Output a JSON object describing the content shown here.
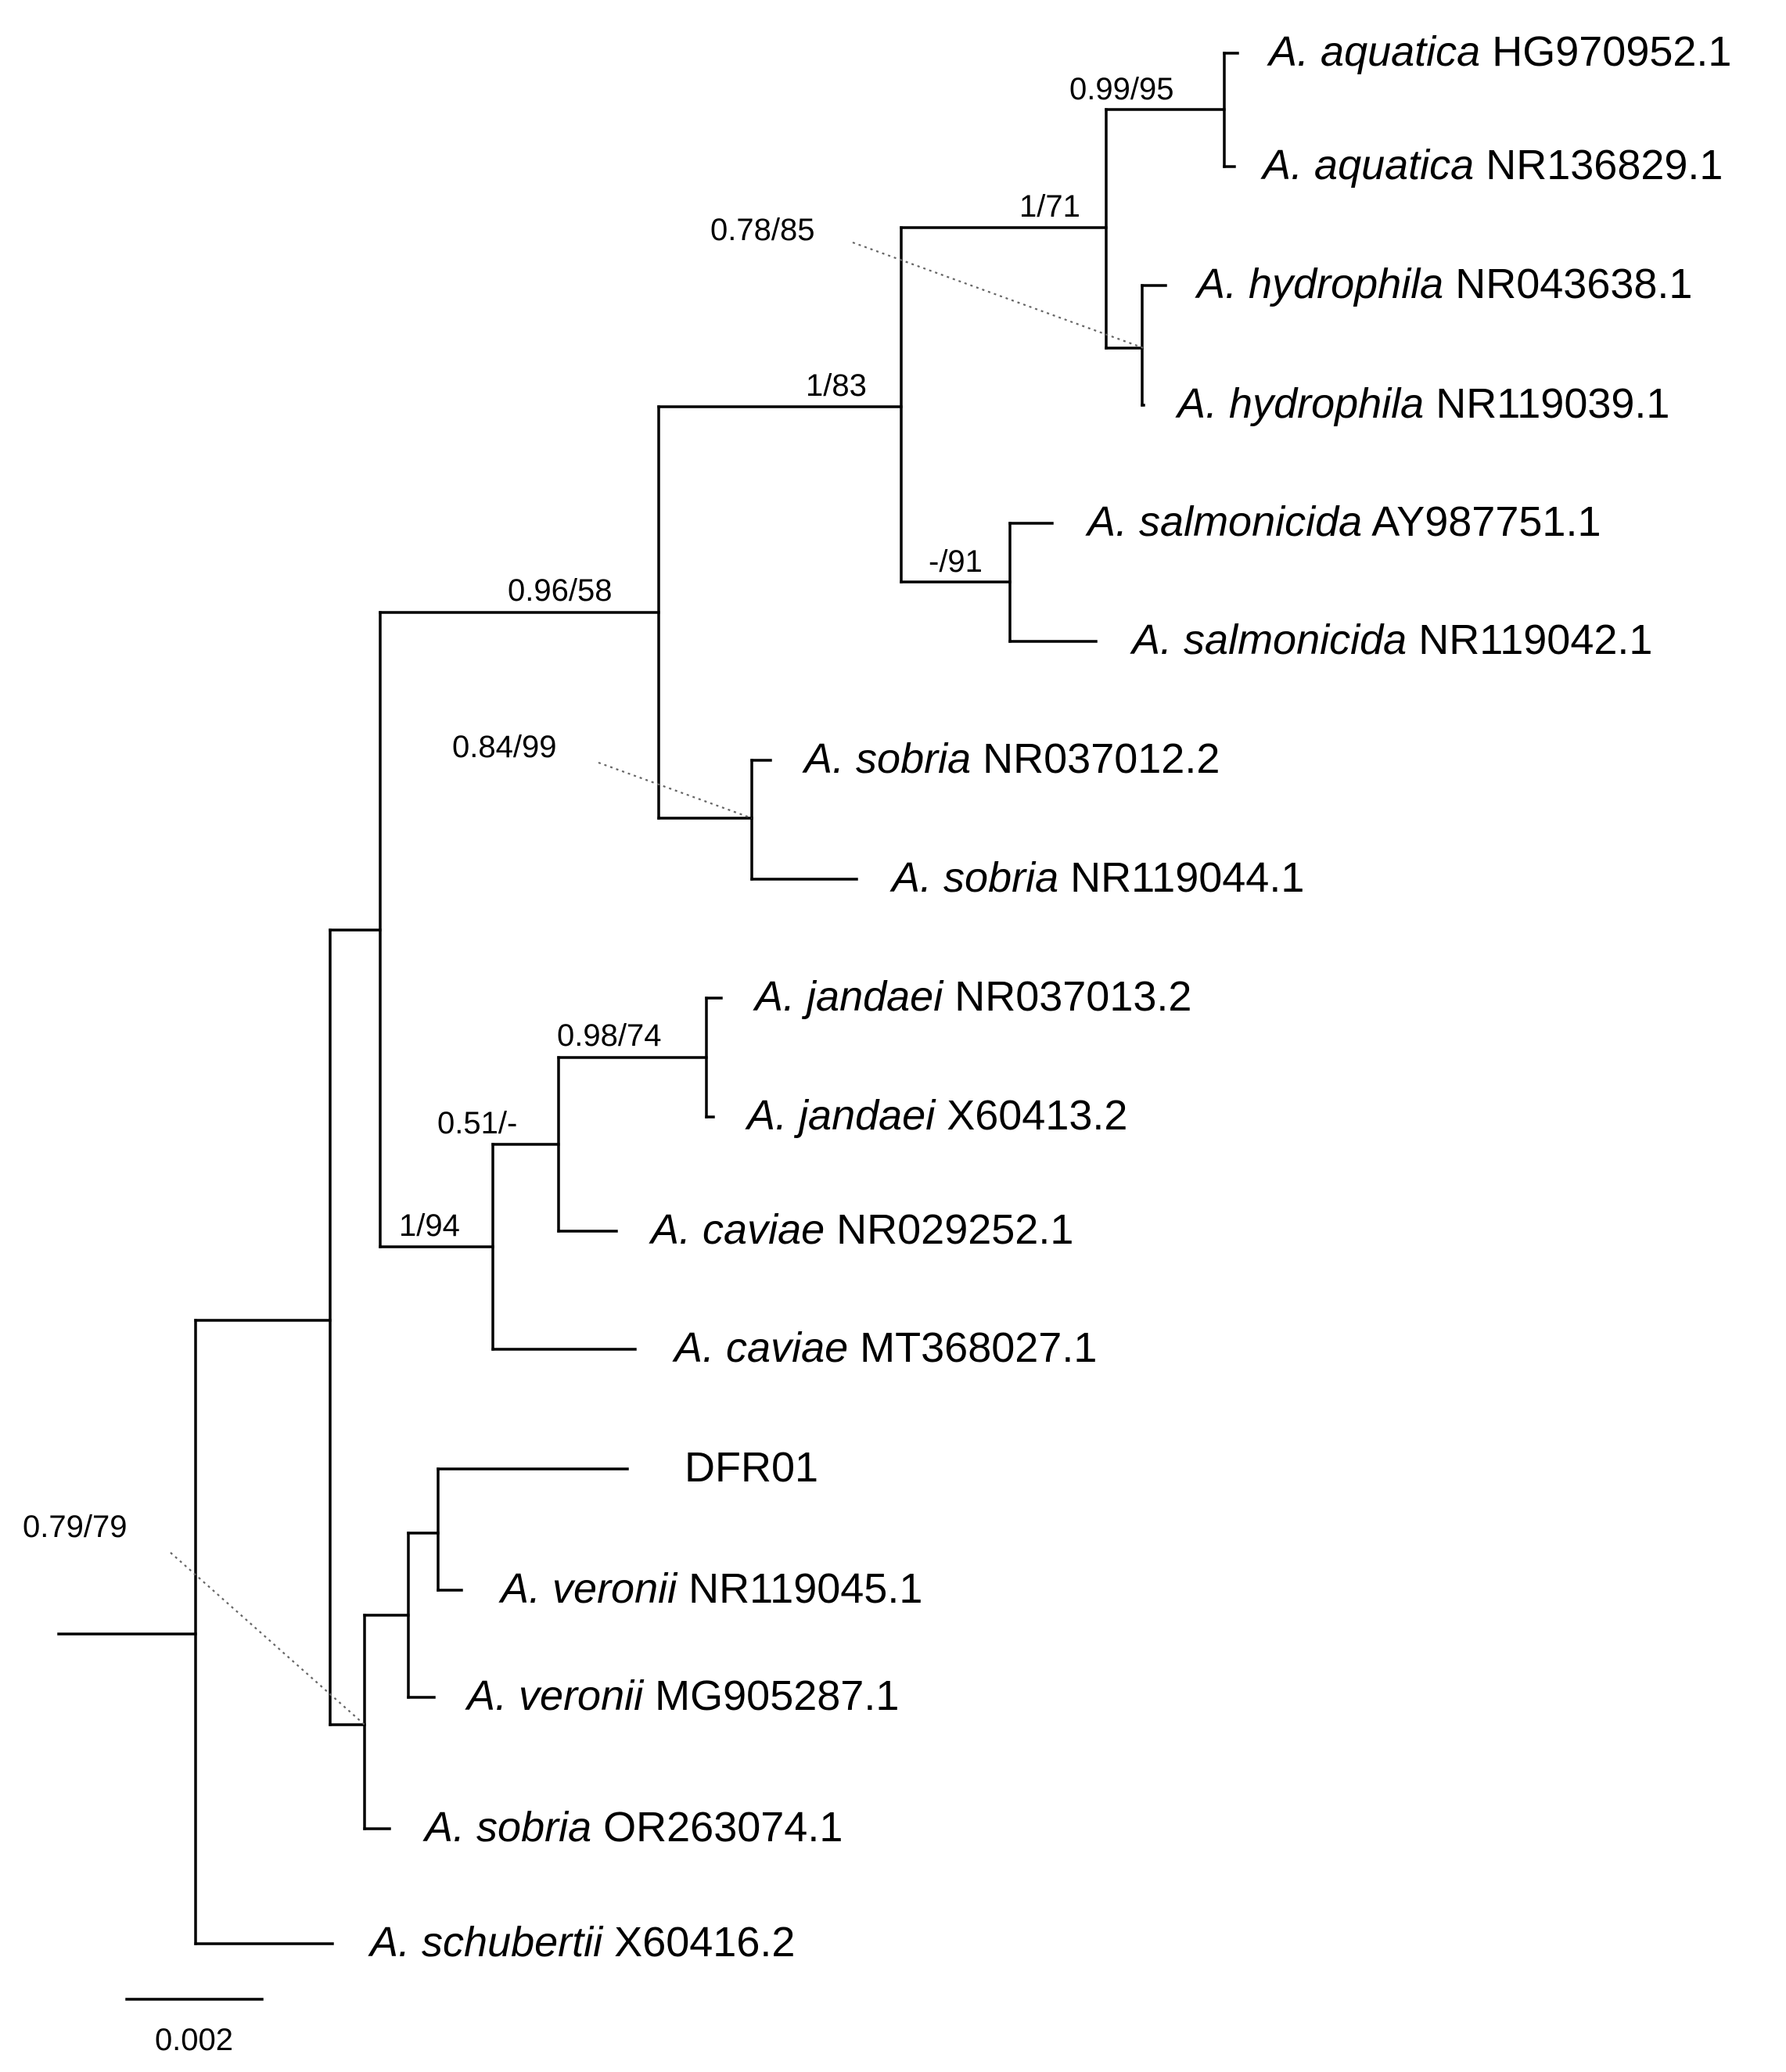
{
  "tree": {
    "taxa": [
      {
        "genus": "A.",
        "species": "aquatica",
        "accession": "HG970952.1"
      },
      {
        "genus": "A.",
        "species": "aquatica",
        "accession": "NR136829.1"
      },
      {
        "genus": "A.",
        "species": "hydrophila",
        "accession": "NR043638.1"
      },
      {
        "genus": "A.",
        "species": "hydrophila",
        "accession": "NR119039.1"
      },
      {
        "genus": "A.",
        "species": "salmonicida",
        "accession": "AY987751.1"
      },
      {
        "genus": "A.",
        "species": "salmonicida",
        "accession": "NR119042.1"
      },
      {
        "genus": "A.",
        "species": "sobria",
        "accession": "NR037012.2"
      },
      {
        "genus": "A.",
        "species": "sobria",
        "accession": "NR119044.1"
      },
      {
        "genus": "A.",
        "species": "jandaei",
        "accession": "NR037013.2"
      },
      {
        "genus": "A.",
        "species": "jandaei",
        "accession": "X60413.2"
      },
      {
        "genus": "A.",
        "species": "caviae",
        "accession": "NR029252.1"
      },
      {
        "genus": "A.",
        "species": "caviae",
        "accession": "MT368027.1"
      },
      {
        "genus": "",
        "species": "",
        "accession": "DFR01"
      },
      {
        "genus": "A.",
        "species": "veronii",
        "accession": "NR119045.1"
      },
      {
        "genus": "A.",
        "species": "veronii",
        "accession": "MG905287.1"
      },
      {
        "genus": "A.",
        "species": "sobria",
        "accession": "OR263074.1"
      },
      {
        "genus": "A.",
        "species": "schubertii",
        "accession": "X60416.2"
      }
    ],
    "support_values": [
      "0.99/95",
      "1/71",
      "0.78/85",
      "1/83",
      "-/91",
      "0.96/58",
      "0.84/99",
      "0.98/74",
      "0.51/-",
      "1/94",
      "0.79/79"
    ],
    "scale_bar": {
      "label": "0.002",
      "length": 0.002
    }
  }
}
